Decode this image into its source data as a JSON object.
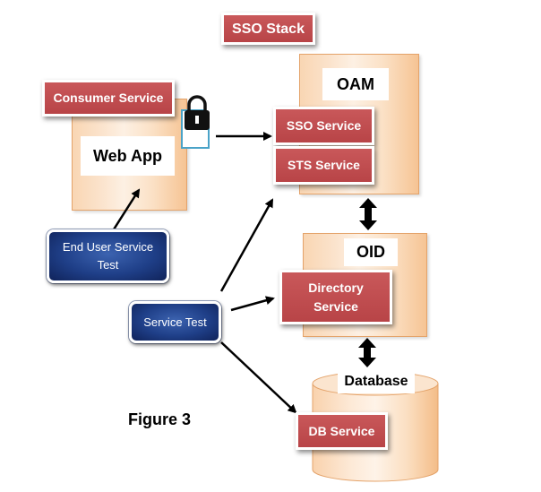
{
  "title": "SSO Stack",
  "consumer_service": "Consumer Service",
  "web_app": "Web App",
  "oam": {
    "label": "OAM",
    "sso_service": "SSO  Service",
    "sts_service": "STS Service"
  },
  "oid": {
    "label": "OID",
    "directory_service_line1": "Directory",
    "directory_service_line2": "Service"
  },
  "database": {
    "label": "Database",
    "db_service": "DB  Service"
  },
  "end_user_service_test_line1": "End User Service",
  "end_user_service_test_line2": "Test",
  "service_test": "Service Test",
  "figure_label": "Figure 3",
  "icons": [
    "document-icon",
    "lock-icon"
  ]
}
